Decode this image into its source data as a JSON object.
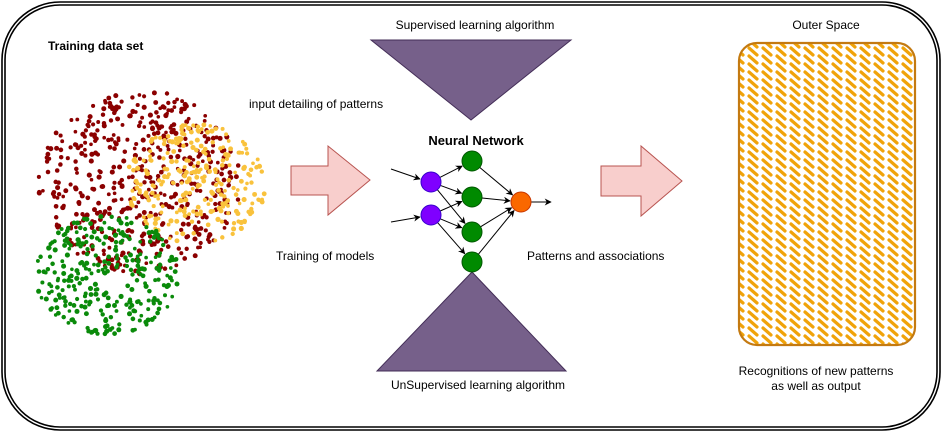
{
  "diagram": {
    "title_training": "Training data set",
    "label_input": "input detailing of patterns",
    "label_training_models": "Training of models",
    "label_supervised": "Supervised learning algorithm",
    "label_unsupervised": "UnSupervised learning algorithm",
    "label_neural_network": "Neural Network",
    "label_patterns": "Patterns and associations",
    "label_outer_space": "Outer Space",
    "label_output_line1": "Recognitions of new patterns",
    "label_output_line2": "as well as output"
  },
  "colors": {
    "frame": "#000000",
    "cluster_red": "#8B0000",
    "cluster_yellow": "#F9C23C",
    "cluster_green": "#0A8A0A",
    "triangle_fill": "#76608A",
    "triangle_stroke": "#432D57",
    "arrow_fill": "#F8CECC",
    "arrow_stroke": "#B85450",
    "node_input": "#7F00FF",
    "node_hidden": "#008A00",
    "node_output": "#FA6800",
    "outer_border": "#C47A11",
    "outer_hatch": "#F0A30A"
  },
  "neural_network": {
    "input_nodes": 2,
    "hidden_nodes": 4,
    "output_nodes": 1
  },
  "clusters": [
    {
      "name": "red",
      "count": 520
    },
    {
      "name": "yellow",
      "count": 260
    },
    {
      "name": "green",
      "count": 300
    }
  ]
}
